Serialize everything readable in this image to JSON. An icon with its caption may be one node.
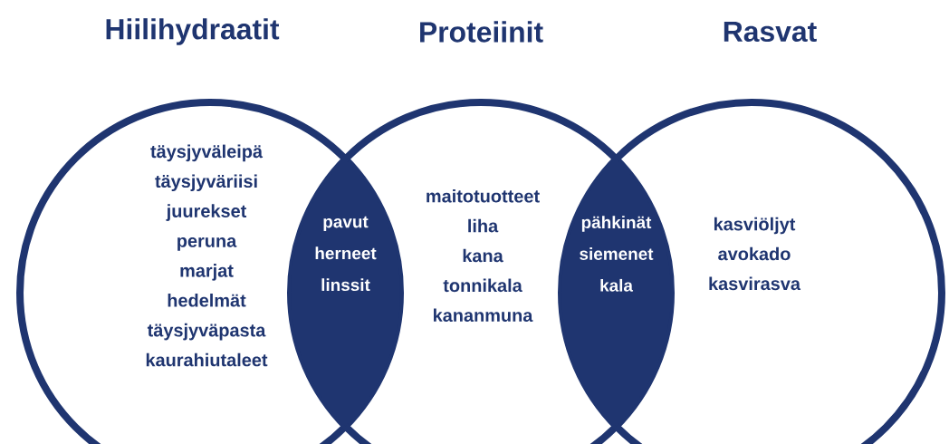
{
  "diagram": {
    "nodes": [
      {
        "text": [
          "Hiilihydraatit",
          "täysjyväleipä",
          "täysjyväriisi",
          "juurekset",
          "peruna",
          "marjat",
          "hedelmät",
          "täysjyväpasta",
          "kaurahiutaleet"
        ]
      },
      {
        "text": [
          "pavut",
          "herneet",
          "linssit"
        ]
      },
      {
        "text": [
          "Proteiinit",
          "maitotuotteet",
          "liha",
          "kana",
          "tonnikala",
          "kananmuna"
        ]
      },
      {
        "text": [
          "pähkinät",
          "siemenet",
          "kala"
        ]
      },
      {
        "text": [
          "Rasvat",
          "kasviöljyt",
          "avokado",
          "kasvirasva"
        ]
      }
    ]
  }
}
